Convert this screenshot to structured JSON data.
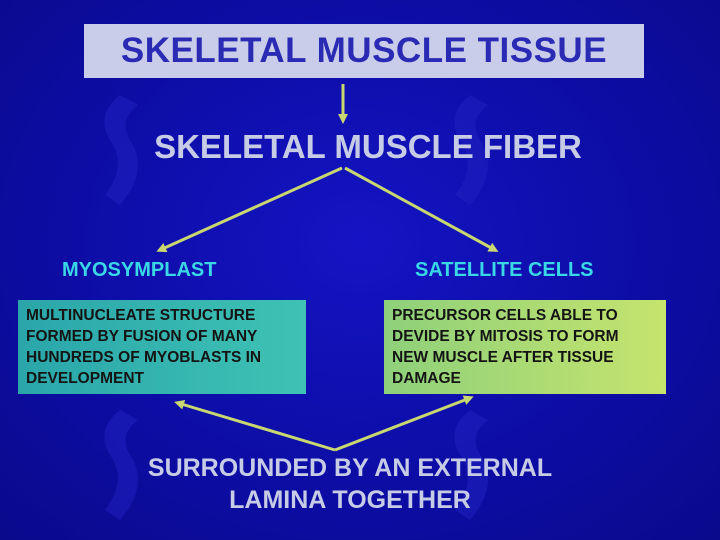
{
  "title": "SKELETAL MUSCLE TISSUE",
  "subtitle": "SKELETAL MUSCLE FIBER",
  "left": {
    "label": "MYOSYMPLAST",
    "description_lines": [
      "MULTINUCLEATE STRUCTURE",
      "FORMED BY FUSION OF MANY",
      "HUNDREDS OF MYOBLASTS IN",
      "DEVELOPMENT"
    ]
  },
  "right": {
    "label": "SATELLITE CELLS",
    "description_lines": [
      "PRECURSOR CELLS ABLE TO",
      "DEVIDE BY MITOSIS TO FORM",
      "NEW MUSCLE AFTER TISSUE",
      "DAMAGE"
    ]
  },
  "footer_lines": [
    "SURROUNDED BY AN EXTERNAL",
    "LAMINA TOGETHER"
  ],
  "colors": {
    "background": "#0e0ea8",
    "title_box": "#c9cde9",
    "title_text": "#2a2ab4",
    "label_text": "#3ad7e6",
    "arrow": "#c8d770",
    "left_box": "#3fc2b4",
    "right_box": "#c6e46e"
  }
}
